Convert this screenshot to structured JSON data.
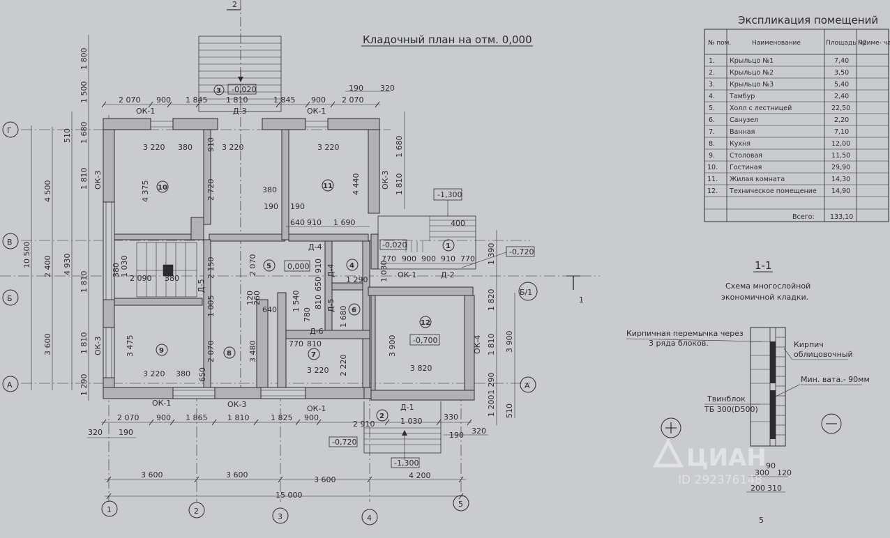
{
  "sheet": {
    "section_mark_top": "2",
    "plan_title": "Кладочный план на отм. 0,000",
    "page_number": "5",
    "watermark_brand": "ЦИАН",
    "watermark_id": "ID 292376148"
  },
  "colors": {
    "paper": "#c9cbcf",
    "ink": "#2c2c30",
    "wall": "#b2b2b6"
  },
  "explication": {
    "title": "Экспликация помещений",
    "headers": {
      "num": "№ пом.",
      "name": "Наименование",
      "area": "Площадь м2",
      "note": "Приме- чания"
    },
    "rows": [
      {
        "num": "1.",
        "name": "Крыльцо №1",
        "area": "7,40"
      },
      {
        "num": "2.",
        "name": "Крыльцо №2",
        "area": "3,50"
      },
      {
        "num": "3.",
        "name": "Крыльцо №3",
        "area": "5,40"
      },
      {
        "num": "4.",
        "name": "Тамбур",
        "area": "2,40"
      },
      {
        "num": "5.",
        "name": "Холл с лестницей",
        "area": "22,50"
      },
      {
        "num": "6.",
        "name": "Санузел",
        "area": "2,20"
      },
      {
        "num": "7.",
        "name": "Ванная",
        "area": "7,10"
      },
      {
        "num": "8.",
        "name": "Кухня",
        "area": "12,00"
      },
      {
        "num": "9.",
        "name": "Столовая",
        "area": "11,50"
      },
      {
        "num": "10.",
        "name": "Гостиная",
        "area": "29,90"
      },
      {
        "num": "11.",
        "name": "Жилая комната",
        "area": "14,30"
      },
      {
        "num": "12.",
        "name": "Техническое помещение",
        "area": "14,90"
      }
    ],
    "total_label": "Всего:",
    "total_value": "133,10"
  },
  "section": {
    "title": "1-1",
    "subtitle_line1": "Схема многослойной",
    "subtitle_line2": "экономичной кладки.",
    "lintel_line1": "Кирпичная перемычка через",
    "lintel_line2": "3 ряда блоков.",
    "brick_line1": "Кирпич",
    "brick_line2": "облицовочный",
    "wool": "Мин. вата.- 90мм",
    "block_line1": "Твинблок",
    "block_line2": "ТБ 300(D500)",
    "dim_300": "300",
    "dim_90": "90",
    "dim_120": "120",
    "dim_200": "200",
    "dim_310": "310"
  },
  "plan": {
    "top_dims": [
      "2 070",
      "900",
      "1 845",
      "1 810",
      "1 845",
      "900",
      "2 070"
    ],
    "top_small_dims": [
      "190",
      "320"
    ],
    "top_openings": [
      "ОК-1",
      "Д-3",
      "ОК-1"
    ],
    "bottom_dims": [
      "2 070",
      "900",
      "1 865",
      "1 810",
      "1 825",
      "900",
      "2 910",
      "1 030",
      "330"
    ],
    "bottom_small_left": [
      "320",
      "190"
    ],
    "bottom_small_right": [
      "190",
      "320"
    ],
    "bottom_openings": [
      "ОК-1",
      "ОК-3",
      "ОК-1",
      "Д-1"
    ],
    "axis_dims": [
      "3 600",
      "3 600",
      "3 600",
      "4 200"
    ],
    "overall_width": "15 000",
    "left_axis_dims_inner": [
      "1 800",
      "1 500",
      "1 680",
      "1 810",
      "1 810",
      "1 810",
      "1 290"
    ],
    "left_axis_dims_mid": [
      "510",
      "4 500",
      "2 400",
      "3 600"
    ],
    "left_axis_dims_outer": [
      "10 500",
      "4 930"
    ],
    "left_openings": [
      "ОК-3",
      "ОК-3"
    ],
    "right_dims": [
      "1 680",
      "1 810",
      "1 390",
      "1 820",
      "1 810",
      "1 290",
      "1 200",
      "3 900",
      "510"
    ],
    "right_openings": [
      "ОК-3",
      "ОК-4"
    ],
    "axes_letters": [
      "Г",
      "В",
      "Б",
      "А"
    ],
    "axis_b1": "Б/1",
    "axes_numbers": [
      "1",
      "2",
      "3",
      "4",
      "5"
    ],
    "section_cut": "1",
    "room_numbers": [
      "1",
      "2",
      "3",
      "4",
      "5",
      "6",
      "7",
      "8",
      "9",
      "10",
      "11",
      "12"
    ],
    "levels": {
      "porch3": "-0,020",
      "porch1_top": "-1,300",
      "porch1": "-0,020",
      "step1": "-0,720",
      "hall": "0,000",
      "tech": "-0,700",
      "porch2": "-0,720",
      "porch2_bottom": "-1,300"
    },
    "inner_dims": {
      "r10_w": "3 220",
      "r10_w2": "380",
      "r10_h": "4 375",
      "r11_w": "3 220",
      "r11_h": "4 440",
      "mid_w": "3 220",
      "mid_910": "910",
      "mid_2720": "2 720",
      "d380": "380",
      "d190a": "190",
      "d190b": "190",
      "d640": "640",
      "d910": "910",
      "d1690": "1 690",
      "door_d4": "Д-4",
      "stair_1030": "1 030",
      "stair_380": "380",
      "stair_2090": "2 090",
      "stair_380b": "380",
      "d2150": "2 150",
      "d_d5": "Д-5",
      "d2070": "2 070",
      "d1005": "1 005",
      "d120": "120",
      "d260": "260",
      "d640b": "640",
      "d1540": "1 540",
      "d780": "780",
      "d910b": "910",
      "d650": "650",
      "d810": "810",
      "d1290": "1 290",
      "d1680": "1 680",
      "d_d4b": "Д-4",
      "d_d5b": "Д-5",
      "d_d6": "Д-6",
      "r9_w": "3 220",
      "r9_w2": "380",
      "r9_h": "3 475",
      "r9_650": "650",
      "r8_2070": "2 070",
      "r8_3480": "3 480",
      "r7_770": "770",
      "r7_810": "810",
      "r7_2220": "2 220",
      "r7_w": "3 220",
      "r12_h": "3 900",
      "r12_w": "3 820",
      "p1_400": "400",
      "p1_770": "770",
      "p1_900": "900",
      "p1_910": "910",
      "p1_770b": "770",
      "p1_ok1": "ОК-1",
      "p1_d2": "Д-2",
      "p1_1030": "1 030"
    }
  }
}
